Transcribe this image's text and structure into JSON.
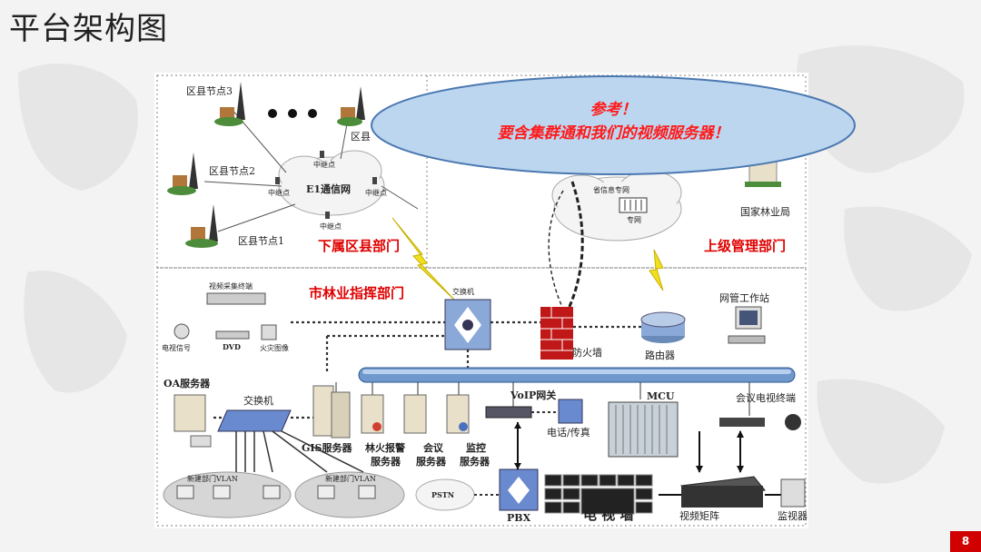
{
  "slide": {
    "title": "平台架构图",
    "page_number": "8"
  },
  "callout": {
    "line1": "参考！",
    "line2": "要含集群通和我们的视频服务器！"
  },
  "top_left": {
    "node3": "区县节点3",
    "node2": "区县节点2",
    "node1": "区县节点1",
    "node_x": "区县",
    "e1_network": "E1通信网",
    "relay": "中继点",
    "section_label": "下属区县部门"
  },
  "top_right": {
    "province_network": "省信息专网",
    "dedicated": "专网",
    "forestry_bureau": "国家林业局",
    "section_label": "上级管理部门"
  },
  "bottom": {
    "section_label": "市林业指挥部门",
    "video_terminal": "视频采集终端",
    "tv_signal": "电视信号",
    "dvd": "DVD",
    "fire_image": "火灾图像",
    "oa_server": "OA服务器",
    "switch_small": "交换机",
    "switch_core": "交换机",
    "firewall": "防火墙",
    "router": "路由器",
    "nms": "网管工作站",
    "gis_server": "GIS服务器",
    "fire_alarm_server_1": "林火报警",
    "fire_alarm_server_2": "服务器",
    "meeting_server_1": "会议",
    "meeting_server_2": "服务器",
    "monitor_server_1": "监控",
    "monitor_server_2": "服务器",
    "voip": "VoIP网关",
    "phone_fax": "电话/传真",
    "mcu": "MCU",
    "conf_terminal": "会议电视终端",
    "pstn": "PSTN",
    "pbx": "PBX",
    "tv_wall": "电 视 墙",
    "video_matrix": "视频矩阵",
    "monitor": "监视器",
    "vlan1": "新建部门VLAN",
    "vlan2": "新建部门VLAN"
  },
  "colors": {
    "callout_fill": "#bcd6f0",
    "callout_text": "#ff1a1a",
    "section_label": "#e00000",
    "backbone": "#4a78b0",
    "firewall": "#c01818",
    "page_badge": "#d00000"
  }
}
